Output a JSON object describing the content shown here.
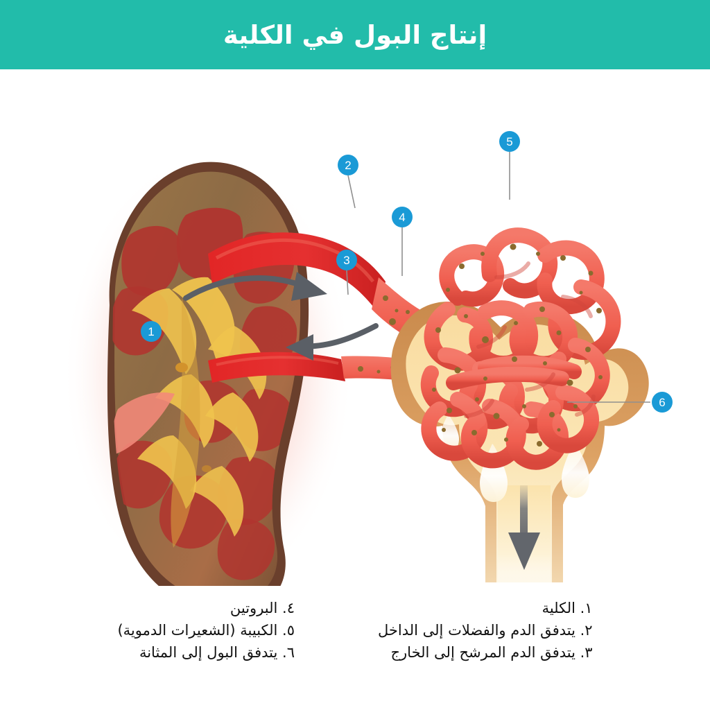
{
  "header": {
    "title": "إنتاج البول في الكلية",
    "background_color": "#22bcaa",
    "text_color": "#ffffff"
  },
  "theme": {
    "badge_color": "#1a9ad6",
    "badge_text_color": "#ffffff",
    "kidney_cortex_color": "#8a6a44",
    "kidney_pyramid_color": "#b03a34",
    "kidney_calyx_color": "#efc44f",
    "kidney_glow_color": "#f4a092",
    "artery_color": "#e02020",
    "capillary_color": "#f2675a",
    "protein_dot_color": "#8a6b2e",
    "capsule_fill_color": "#fae0a8",
    "capsule_rim_color": "#dd9b54",
    "droplet_color": "#ffffff",
    "arrow_color": "#5a5f66",
    "leader_line_color": "#8f8f8f",
    "background_color": "#ffffff"
  },
  "illustration": {
    "kidney_label": "kidney-cross-section",
    "nephron_label": "nephron-glomerulus-diagram",
    "flow_arrows": [
      {
        "name": "inflow-arrow",
        "direction": "right",
        "meaning": "blood and waste flow in"
      },
      {
        "name": "outflow-arrow",
        "direction": "left",
        "meaning": "filtered blood flows out"
      },
      {
        "name": "urine-outflow-arrow",
        "direction": "down",
        "meaning": "urine flows to bladder"
      }
    ],
    "droplet_count": 3
  },
  "badges": [
    {
      "id": "1",
      "number": "1",
      "target": "kidney"
    },
    {
      "id": "2",
      "number": "2",
      "target": "incoming-vessel"
    },
    {
      "id": "3",
      "number": "3",
      "target": "outgoing-vessel"
    },
    {
      "id": "4",
      "number": "4",
      "target": "protein"
    },
    {
      "id": "5",
      "number": "5",
      "target": "glomerulus"
    },
    {
      "id": "6",
      "number": "6",
      "target": "urine-outflow"
    }
  ],
  "legend": {
    "right_column": [
      {
        "number": "١.",
        "text": "الكلية",
        "full": "١. الكلية"
      },
      {
        "number": "٢.",
        "text": "يتدفق الدم والفضلات إلى الداخل",
        "full": "٢. يتدفق الدم والفضلات إلى الداخل"
      },
      {
        "number": "٣.",
        "text": "يتدفق الدم المرشح إلى الخارج",
        "full": "٣. يتدفق الدم المرشح إلى الخارج"
      }
    ],
    "left_column": [
      {
        "number": "٤.",
        "text": "البروتين",
        "full": "٤. البروتين"
      },
      {
        "number": "٥.",
        "text": "الكبيبة (الشعيرات الدموية)",
        "full": "٥. الكبيبة (الشعيرات الدموية)"
      },
      {
        "number": "٦.",
        "text": "يتدفق البول إلى المثانة",
        "full": "٦. يتدفق البول إلى المثانة"
      }
    ]
  }
}
